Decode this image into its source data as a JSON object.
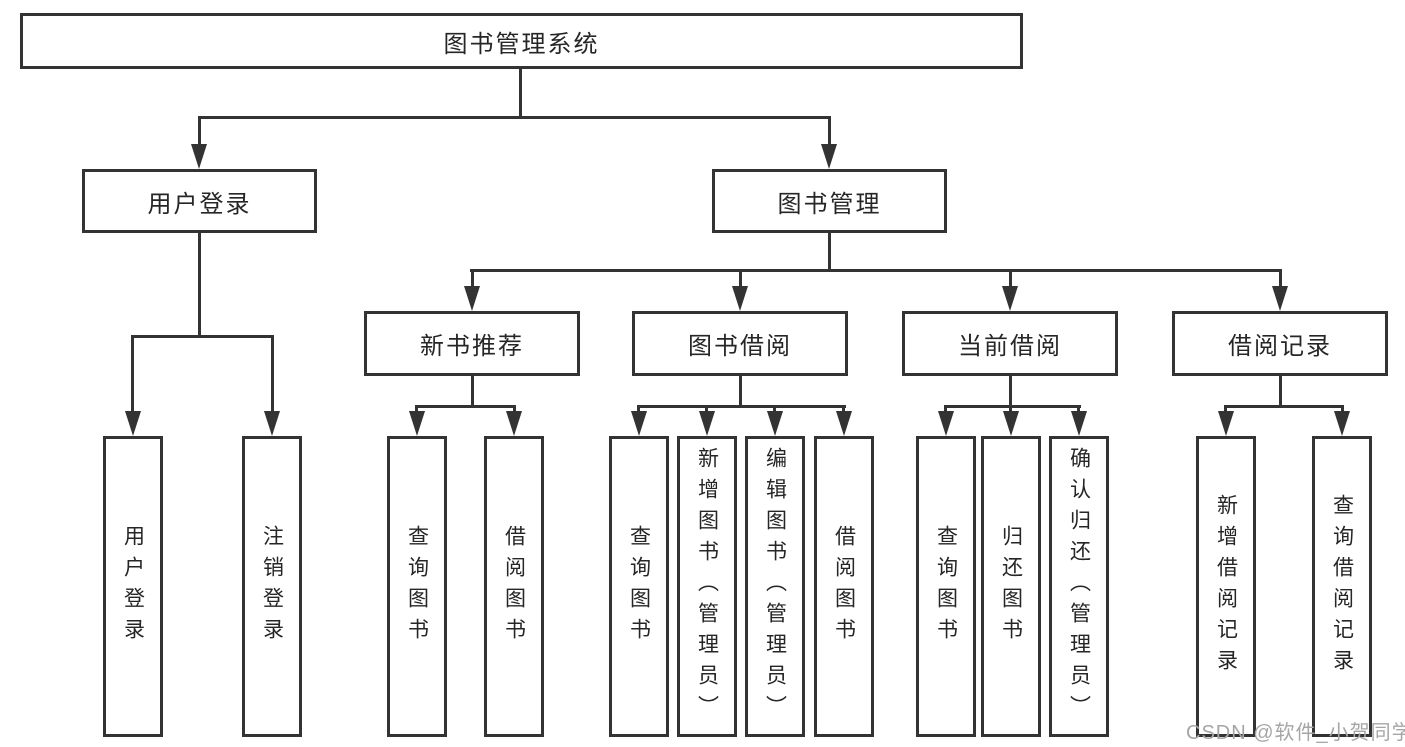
{
  "diagram": {
    "watermark": "CSDN @软件_小贺同学",
    "colors": {
      "line": "#333333",
      "text": "#262626",
      "background": "#ffffff",
      "watermark": "#a6a6a6"
    },
    "tree": {
      "label": "图书管理系统",
      "children": [
        {
          "label": "用户登录",
          "children": [
            {
              "label": "用户登录"
            },
            {
              "label": "注销登录"
            }
          ]
        },
        {
          "label": "图书管理",
          "children": [
            {
              "label": "新书推荐",
              "children": [
                {
                  "label": "查询图书"
                },
                {
                  "label": "借阅图书"
                }
              ]
            },
            {
              "label": "图书借阅",
              "children": [
                {
                  "label": "查询图书"
                },
                {
                  "label": "新增图书（管理员）"
                },
                {
                  "label": "编辑图书（管理员）"
                },
                {
                  "label": "借阅图书"
                }
              ]
            },
            {
              "label": "当前借阅",
              "children": [
                {
                  "label": "查询图书"
                },
                {
                  "label": "归还图书"
                },
                {
                  "label": "确认归还（管理员）"
                }
              ]
            },
            {
              "label": "借阅记录",
              "children": [
                {
                  "label": "新增借阅记录"
                },
                {
                  "label": "查询借阅记录"
                }
              ]
            }
          ]
        }
      ]
    }
  }
}
